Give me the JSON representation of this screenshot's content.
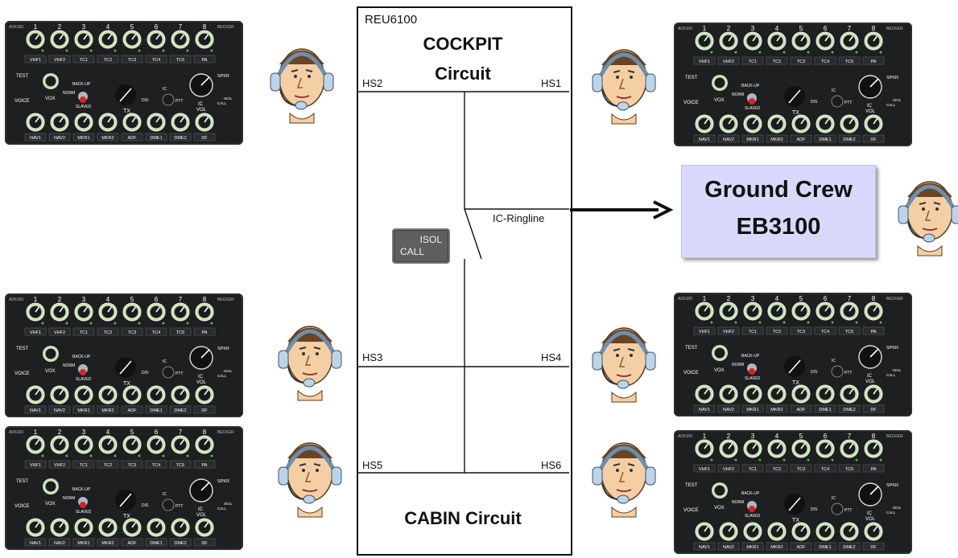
{
  "main_box": {
    "title": "REU6100",
    "cockpit": "COCKPIT\nCircuit",
    "cockpit_l1": "COCKPIT",
    "cockpit_l2": "Circuit",
    "cabin": "CABIN Circuit",
    "ports": {
      "hs1": "HS1",
      "hs2": "HS2",
      "hs3": "HS3",
      "hs4": "HS4",
      "hs5": "HS5",
      "hs6": "HS6"
    },
    "ringline": "IC-Ringline"
  },
  "isol_switch": {
    "top": "ISOL",
    "bottom": "CALL"
  },
  "ground_crew": {
    "line1": "Ground Crew",
    "line2": "EB3100"
  },
  "audio_panel": {
    "model": "AD6100",
    "brand": "BECKER",
    "numbers": [
      "1",
      "2",
      "3",
      "4",
      "5",
      "6",
      "7",
      "8"
    ],
    "top_labels": [
      "VHF1",
      "VHF2",
      "TC1",
      "TC2",
      "TC3",
      "TC4",
      "TC5",
      "PA"
    ],
    "bottom_labels": [
      "NAV1",
      "NAV2",
      "MKR1",
      "MKR2",
      "ADF",
      "DME1",
      "DME2",
      "DF"
    ],
    "test": "TEST",
    "voice": "VOICE",
    "vox": "VOX",
    "backup": "BACK-UP",
    "norm": "NORM",
    "slaved": "SLAVED",
    "tx": "TX",
    "ic": "IC",
    "ptt": "PTT",
    "ds": "D/S",
    "ic_vol": "IC\nVOL",
    "spkr": "SPKR",
    "isol": "ISOL",
    "call": "CALL"
  },
  "colors": {
    "panel": "#1e1f21",
    "ground_box": "#d9d9fb",
    "knob": "#c9e3b9",
    "led": "#3ddc3d",
    "button_red": "#e02020"
  }
}
